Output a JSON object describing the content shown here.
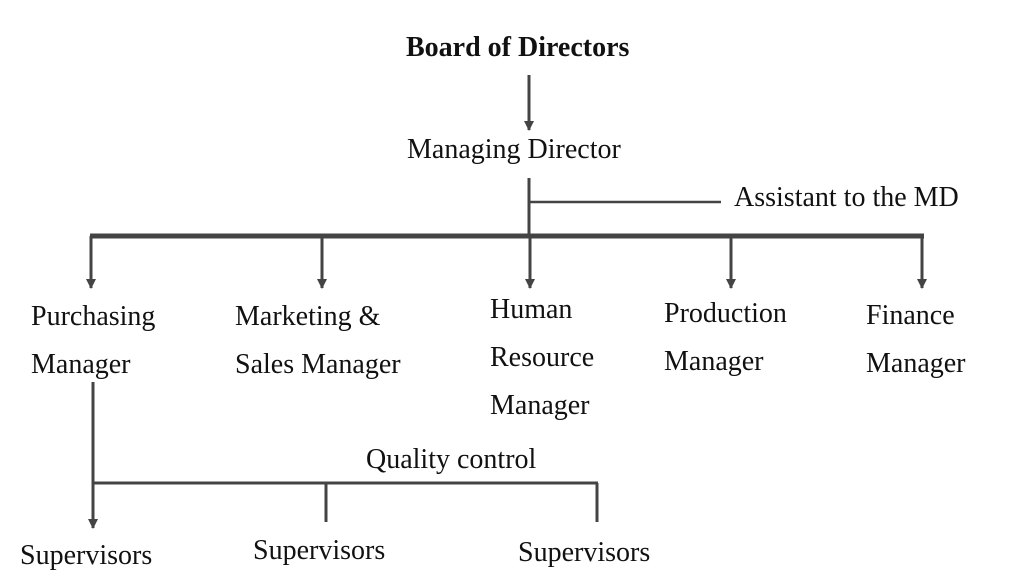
{
  "diagram": {
    "board": "Board of Directors",
    "managing_director": "Managing Director",
    "assistant": "Assistant to the MD",
    "purchasing": [
      "Purchasing",
      "Manager"
    ],
    "marketing": [
      "Marketing &",
      "Sales Manager"
    ],
    "hr": [
      "Human",
      "Resource",
      "Manager"
    ],
    "production": [
      "Production",
      "Manager"
    ],
    "finance": [
      "Finance",
      "Manager"
    ],
    "quality_control": "Quality control",
    "supervisors": [
      "Supervisors",
      "Supervisors",
      "Supervisors"
    ]
  },
  "colors": {
    "line": "#444444",
    "text": "#111111"
  }
}
